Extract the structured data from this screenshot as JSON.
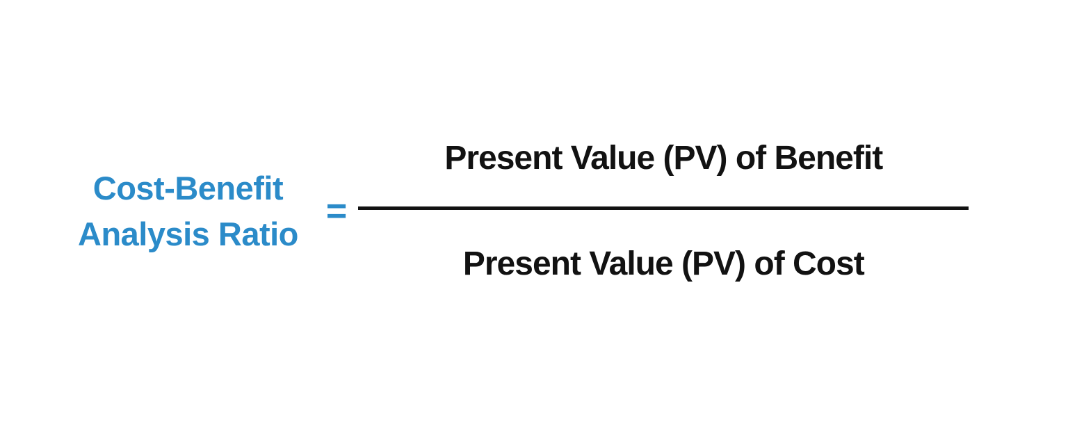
{
  "formula": {
    "label_line1": "Cost-Benefit",
    "label_line2": "Analysis Ratio",
    "equals_sign": "=",
    "numerator": "Present Value (PV) of Benefit",
    "denominator": "Present Value (PV) of Cost"
  },
  "colors": {
    "accent_blue": "#2b8bc9",
    "text_black": "#121212",
    "background": "#ffffff"
  }
}
